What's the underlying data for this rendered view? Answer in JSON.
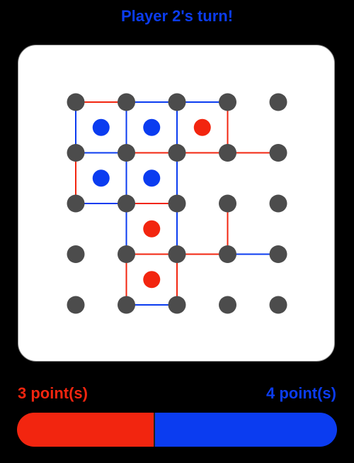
{
  "title": "Player 2's turn!",
  "colors": {
    "player1": "#f2250f",
    "player2": "#0b3cf0",
    "dot": "#4c4c4c",
    "title": "#0b3cf0"
  },
  "players": [
    {
      "score_label": "3 point(s)",
      "points": 3
    },
    {
      "score_label": "4 point(s)",
      "points": 4
    }
  ],
  "board": {
    "columns": 5,
    "rows": 5,
    "edges": [
      {
        "from": [
          0,
          0
        ],
        "to": [
          1,
          0
        ],
        "player": 1
      },
      {
        "from": [
          1,
          0
        ],
        "to": [
          2,
          0
        ],
        "player": 2
      },
      {
        "from": [
          2,
          0
        ],
        "to": [
          3,
          0
        ],
        "player": 2
      },
      {
        "from": [
          0,
          1
        ],
        "to": [
          1,
          1
        ],
        "player": 2
      },
      {
        "from": [
          1,
          1
        ],
        "to": [
          2,
          1
        ],
        "player": 1
      },
      {
        "from": [
          2,
          1
        ],
        "to": [
          3,
          1
        ],
        "player": 1
      },
      {
        "from": [
          3,
          1
        ],
        "to": [
          4,
          1
        ],
        "player": 1
      },
      {
        "from": [
          0,
          2
        ],
        "to": [
          1,
          2
        ],
        "player": 2
      },
      {
        "from": [
          1,
          2
        ],
        "to": [
          2,
          2
        ],
        "player": 1
      },
      {
        "from": [
          1,
          3
        ],
        "to": [
          2,
          3
        ],
        "player": 1
      },
      {
        "from": [
          2,
          3
        ],
        "to": [
          3,
          3
        ],
        "player": 1
      },
      {
        "from": [
          3,
          3
        ],
        "to": [
          4,
          3
        ],
        "player": 2
      },
      {
        "from": [
          1,
          4
        ],
        "to": [
          2,
          4
        ],
        "player": 2
      },
      {
        "from": [
          0,
          0
        ],
        "to": [
          0,
          1
        ],
        "player": 2
      },
      {
        "from": [
          0,
          1
        ],
        "to": [
          0,
          2
        ],
        "player": 1
      },
      {
        "from": [
          1,
          0
        ],
        "to": [
          1,
          1
        ],
        "player": 2
      },
      {
        "from": [
          1,
          1
        ],
        "to": [
          1,
          2
        ],
        "player": 2
      },
      {
        "from": [
          1,
          2
        ],
        "to": [
          1,
          3
        ],
        "player": 2
      },
      {
        "from": [
          1,
          3
        ],
        "to": [
          1,
          4
        ],
        "player": 1
      },
      {
        "from": [
          2,
          0
        ],
        "to": [
          2,
          1
        ],
        "player": 2
      },
      {
        "from": [
          2,
          1
        ],
        "to": [
          2,
          2
        ],
        "player": 2
      },
      {
        "from": [
          2,
          2
        ],
        "to": [
          2,
          3
        ],
        "player": 2
      },
      {
        "from": [
          2,
          3
        ],
        "to": [
          2,
          4
        ],
        "player": 1
      },
      {
        "from": [
          3,
          0
        ],
        "to": [
          3,
          1
        ],
        "player": 1
      },
      {
        "from": [
          3,
          2
        ],
        "to": [
          3,
          3
        ],
        "player": 1
      }
    ],
    "boxes": [
      {
        "col": 0,
        "row": 0,
        "player": 2
      },
      {
        "col": 1,
        "row": 0,
        "player": 2
      },
      {
        "col": 2,
        "row": 0,
        "player": 1
      },
      {
        "col": 0,
        "row": 1,
        "player": 2
      },
      {
        "col": 1,
        "row": 1,
        "player": 2
      },
      {
        "col": 1,
        "row": 2,
        "player": 1
      },
      {
        "col": 1,
        "row": 3,
        "player": 1
      }
    ]
  }
}
